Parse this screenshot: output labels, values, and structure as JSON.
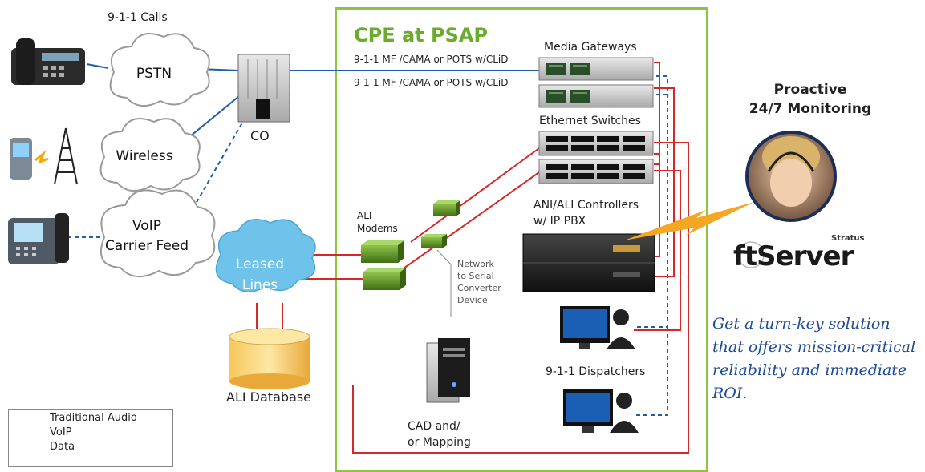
{
  "title": "CPE at PSAP",
  "sources": {
    "calls_label": "9-1-1 Calls",
    "pstn": "PSTN",
    "wireless": "Wireless",
    "voip_line1": "VoIP",
    "voip_line2": "Carrier Feed",
    "co": "CO"
  },
  "trunks": {
    "line1": "9-1-1 MF /CAMA or POTS w/CLiD",
    "line2": "9-1-1 MF /CAMA or POTS w/CLiD"
  },
  "equipment": {
    "media_gateways": "Media Gateways",
    "ethernet_switches": "Ethernet Switches",
    "controllers_line1": "ANI/ALI Controllers",
    "controllers_line2": "w/ IP PBX",
    "ali_modems_line1": "ALI",
    "ali_modems_line2": "Modems",
    "converter_line1": "Network",
    "converter_line2": "to Serial",
    "converter_line3": "Converter",
    "converter_line4": "Device",
    "dispatchers": "9-1-1 Dispatchers",
    "cad_line1": "CAD and/",
    "cad_line2": "or Mapping"
  },
  "leased": {
    "line1": "Leased",
    "line2": "Lines"
  },
  "ali_database": "ALI Database",
  "monitoring": {
    "line1": "Proactive",
    "line2": "24/7 Monitoring"
  },
  "brand": {
    "stratus": "Stratus",
    "product": "ftServer"
  },
  "tagline": "Get a turn-key solution that offers mission-critical reliability and immediate ROI.",
  "legend": [
    {
      "label": "Traditional Audio",
      "color": "#1f5fa6",
      "style": "solid"
    },
    {
      "label": "VoIP",
      "color": "#1f5fa6",
      "style": "dashed"
    },
    {
      "label": "Data",
      "color": "#d62828",
      "style": "solid"
    }
  ],
  "colors": {
    "audio": "#1f5fa6",
    "data": "#d62828",
    "accent": "#8cc63f",
    "cloud": "#6fc3ea"
  }
}
